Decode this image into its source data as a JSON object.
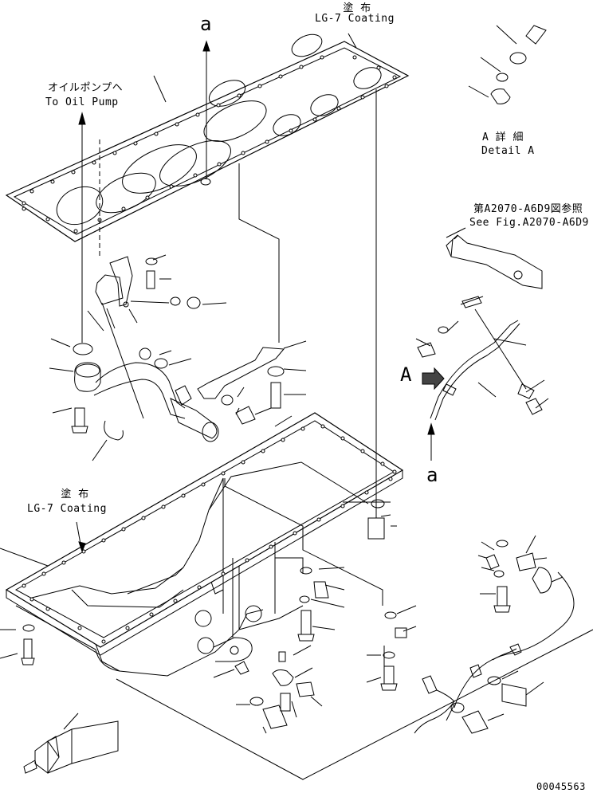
{
  "labels": {
    "coating_top_jp": "塗 布",
    "coating_top_en": "LG-7 Coating",
    "to_pump_jp": "オイルポンプヘ",
    "to_pump_en": "To Oil Pump",
    "detail_jp": "A 詳 細",
    "detail_en": "Detail A",
    "ref_jp": "第A2070-A6D9図参照",
    "ref_en": "See Fig.A2070-A6D9",
    "coating_pan_jp": "塗 布",
    "coating_pan_en": "LG-7 Coating",
    "view_a_top": "a",
    "view_a_side": "a",
    "arrow_a": "A",
    "drawing_no": "00045563"
  }
}
